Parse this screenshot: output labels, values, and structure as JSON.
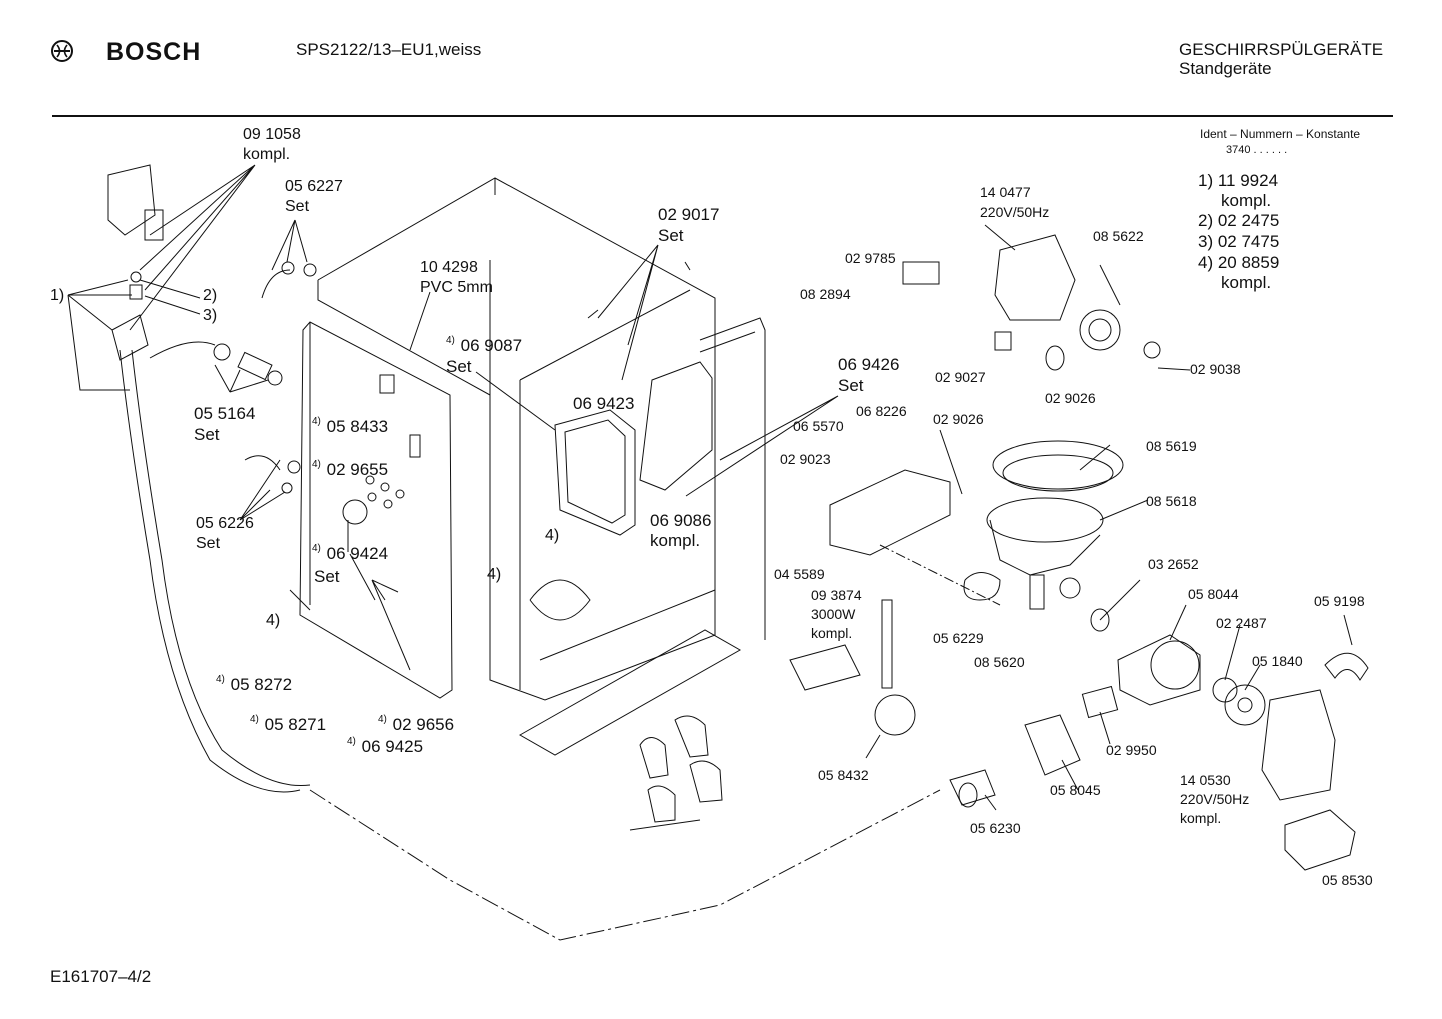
{
  "header": {
    "brand": "BOSCH",
    "model": "SPS2122/13–EU1,weiss",
    "category": "GESCHIRRSPÜLGERÄTE",
    "subcategory": "Standgeräte"
  },
  "ident_box": {
    "title": "Ident – Nummern – Konstante",
    "code": "3740  .  .     .  .  .  .",
    "items": [
      "1) 11 9924",
      "kompl.",
      "2) 02 2475",
      "3) 02 7475",
      "4) 20 8859",
      "kompl."
    ]
  },
  "footer": {
    "drawing_id": "E161707–4/2"
  },
  "labels": {
    "p091058a": "09 1058",
    "p091058b": "kompl.",
    "p056227a": "05 6227",
    "p056227b": "Set",
    "p1": "1)",
    "p2": "2)",
    "p3": "3)",
    "p104298a": "10 4298",
    "p104298b": "PVC 5mm",
    "p029017a": "02 9017",
    "p029017b": "Set",
    "p029785": "02 9785",
    "p082894": "08 2894",
    "p140477a": "14 0477",
    "p140477b": "220V/50Hz",
    "p085622": "08 5622",
    "p029027": "02 9027",
    "p029026a": "02 9026",
    "p029038": "02 9038",
    "p069087a": "06 9087",
    "p069087b": "Set",
    "p055164a": "05 5164",
    "p055164b": "Set",
    "p058433": "05 8433",
    "p069426a": "06 9426",
    "p069426b": "Set",
    "p069423": "06 9423",
    "p068226": "06 8226",
    "p065570": "06 5570",
    "p029026b": "02 9026",
    "p085619": "08 5619",
    "p029655": "02 9655",
    "p029023": "02 9023",
    "p085618": "08 5618",
    "p056226a": "05 6226",
    "p056226b": "Set",
    "p069086a": "06 9086",
    "p069086b": "kompl.",
    "p4a": "4)",
    "p045589": "04 5589",
    "p032652": "03 2652",
    "p069424a": "06 9424",
    "p069424b": "Set",
    "p4b": "4)",
    "p093874a": "09 3874",
    "p093874b": "3000W",
    "p093874c": "kompl.",
    "p058044": "05 8044",
    "p059198": "05 9198",
    "p022487": "02 2487",
    "p4c": "4)",
    "p056229": "05 6229",
    "p085620": "08 5620",
    "p051840": "05 1840",
    "p058272": "05 8272",
    "p058271": "05 8271",
    "p029656": "02 9656",
    "p069425": "06 9425",
    "p029950": "02 9950",
    "p058432": "05 8432",
    "p058045": "05 8045",
    "p140530a": "14 0530",
    "p140530b": "220V/50Hz",
    "p140530c": "kompl.",
    "p056230": "05 6230",
    "p058530": "05 8530",
    "sup4": "4)"
  }
}
